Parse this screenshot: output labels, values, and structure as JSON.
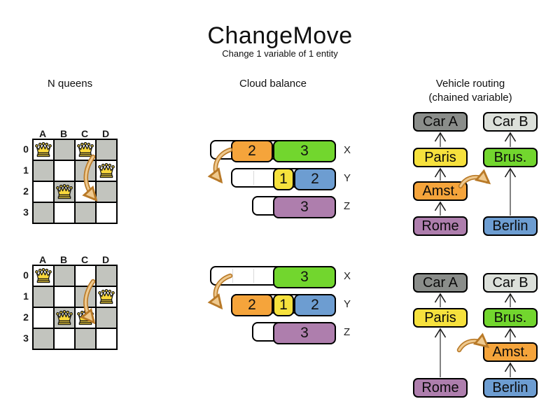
{
  "title": "ChangeMove",
  "subtitle": "Change 1 variable of 1 entity",
  "sections": {
    "nqueens": {
      "title": "N queens"
    },
    "cloud": {
      "title": "Cloud balance"
    },
    "vehicle": {
      "title": "Vehicle routing",
      "subtitle": "(chained variable)"
    }
  },
  "palette": {
    "orange": "#F5A43B",
    "green": "#72D62E",
    "yellow": "#F6E13D",
    "blue": "#6D9DD1",
    "purple": "#AE7EAD",
    "darkgray": "#8A8D8A",
    "lightgray": "#DCE0DA",
    "board_dark": "#C2C4BE",
    "queen": "#F9D73C",
    "move_arrow_outline": "#B97A28",
    "move_arrow_fill": "#EFC98E"
  },
  "nqueens": {
    "boards": [
      {
        "name": "before",
        "col_labels": [
          "A",
          "B",
          "C",
          "D"
        ],
        "row_labels": [
          "0",
          "1",
          "2",
          "3"
        ],
        "queens": [
          [
            0,
            0
          ],
          [
            2,
            0
          ],
          [
            3,
            1
          ],
          [
            1,
            2
          ]
        ],
        "move": {
          "from": "C0",
          "to": "C2"
        }
      },
      {
        "name": "after",
        "col_labels": [
          "A",
          "B",
          "C",
          "D"
        ],
        "row_labels": [
          "0",
          "1",
          "2",
          "3"
        ],
        "queens": [
          [
            0,
            0
          ],
          [
            3,
            1
          ],
          [
            1,
            2
          ],
          [
            2,
            2
          ]
        ],
        "move": {
          "from": "C0",
          "to": "C2"
        }
      }
    ]
  },
  "cloud": {
    "states": [
      {
        "name": "before",
        "rows": [
          {
            "label": "X",
            "capacity": 6,
            "blocks": [
              {
                "value": "2",
                "color": "orange"
              },
              {
                "value": "3",
                "color": "green"
              }
            ]
          },
          {
            "label": "Y",
            "capacity": 5,
            "blocks": [
              {
                "value": "1",
                "color": "yellow"
              },
              {
                "value": "2",
                "color": "blue"
              }
            ]
          },
          {
            "label": "Z",
            "capacity": 4,
            "blocks": [
              {
                "value": "3",
                "color": "purple"
              }
            ]
          }
        ]
      },
      {
        "name": "after",
        "rows": [
          {
            "label": "X",
            "capacity": 6,
            "blocks": [
              {
                "value": "3",
                "color": "green"
              }
            ]
          },
          {
            "label": "Y",
            "capacity": 5,
            "blocks": [
              {
                "value": "2",
                "color": "orange"
              },
              {
                "value": "1",
                "color": "yellow"
              },
              {
                "value": "2",
                "color": "blue"
              }
            ]
          },
          {
            "label": "Z",
            "capacity": 4,
            "blocks": [
              {
                "value": "3",
                "color": "purple"
              }
            ]
          }
        ]
      }
    ]
  },
  "vehicle": {
    "states": [
      {
        "name": "before",
        "nodes": [
          {
            "label": "Car A",
            "color": "darkgray",
            "col": 0,
            "row": 0
          },
          {
            "label": "Car B",
            "color": "lightgray",
            "col": 1,
            "row": 0
          },
          {
            "label": "Paris",
            "color": "yellow",
            "col": 0,
            "row": 1
          },
          {
            "label": "Brus.",
            "color": "green",
            "col": 1,
            "row": 1
          },
          {
            "label": "Amst.",
            "color": "orange",
            "col": 0,
            "row": 2
          },
          {
            "label": "Rome",
            "color": "purple",
            "col": 0,
            "row": 3
          },
          {
            "label": "Berlin",
            "color": "blue",
            "col": 1,
            "row": 3
          }
        ],
        "edges": [
          [
            "Rome",
            "Amst."
          ],
          [
            "Amst.",
            "Paris"
          ],
          [
            "Paris",
            "Car A"
          ],
          [
            "Berlin",
            "Brus."
          ],
          [
            "Brus.",
            "Car B"
          ]
        ]
      },
      {
        "name": "after",
        "nodes": [
          {
            "label": "Car A",
            "color": "darkgray",
            "col": 0,
            "row": 0
          },
          {
            "label": "Car B",
            "color": "lightgray",
            "col": 1,
            "row": 0
          },
          {
            "label": "Paris",
            "color": "yellow",
            "col": 0,
            "row": 1
          },
          {
            "label": "Brus.",
            "color": "green",
            "col": 1,
            "row": 1
          },
          {
            "label": "Amst.",
            "color": "orange",
            "col": 1,
            "row": 2
          },
          {
            "label": "Rome",
            "color": "purple",
            "col": 0,
            "row": 3
          },
          {
            "label": "Berlin",
            "color": "blue",
            "col": 1,
            "row": 3
          }
        ],
        "edges": [
          [
            "Rome",
            "Paris"
          ],
          [
            "Paris",
            "Car A"
          ],
          [
            "Berlin",
            "Amst."
          ],
          [
            "Amst.",
            "Brus."
          ],
          [
            "Brus.",
            "Car B"
          ]
        ]
      }
    ]
  }
}
